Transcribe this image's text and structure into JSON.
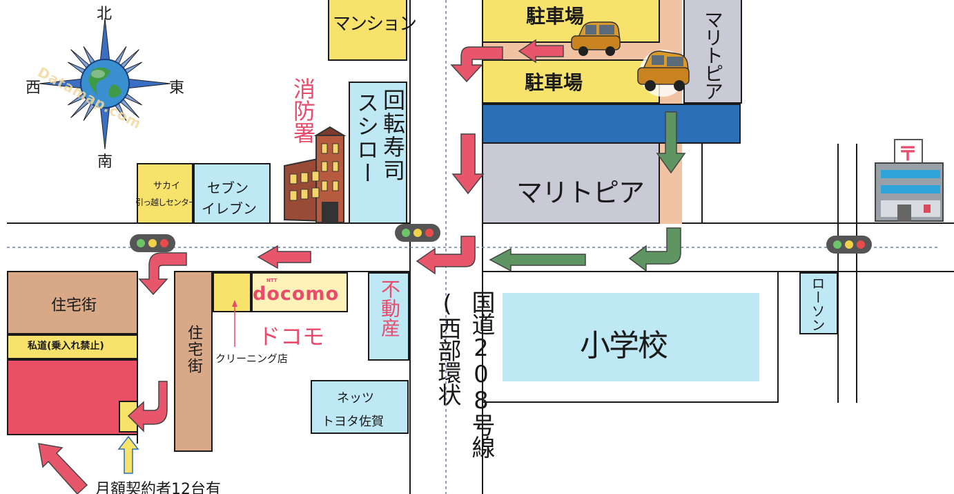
{
  "compass": {
    "north": "北",
    "south": "南",
    "east": "東",
    "west": "西",
    "watermark": "Datamap.com"
  },
  "labels": {
    "mansion": "マンション",
    "parking_top": "駐車場",
    "parking_second": "駐車場",
    "maritopia_vertical": "マリトピア",
    "maritopia_main": "マリトピア",
    "fire_station": "消防署",
    "sushiro": "スシロー",
    "kaiten_sushi": "回転寿司",
    "sakai_line1": "サカイ",
    "sakai_line2": "引っ越しセンター",
    "seven_line1": "セブン",
    "seven_line2": "イレブン",
    "docomo_logo": "docomo",
    "docomo_ntt": "NTT",
    "docomo_kana": "ドコモ",
    "cleaning": "クリーニング店",
    "fudousan": "不動産",
    "route_208": "国道208号線(西部環状",
    "residential_left": "住宅街",
    "residential_mid": "住宅街",
    "private_road": "私道(乗入れ禁止)",
    "school": "小学校",
    "lawson": "ローソン",
    "netz_line1": "ネッツ",
    "netz_line2": "トヨタ佐賀",
    "monthly": "月額契約者12台有",
    "post_mark": "〒"
  },
  "colors": {
    "yellow": "#f7e26b",
    "lightblue": "#bfe8f5",
    "tan": "#d9a987",
    "gray": "#c9cad6",
    "red": "#ea4f66",
    "pink_arrow": "#e8566b",
    "green_arrow": "#5e9563",
    "blue_band": "#2b6fb8",
    "peach_lane": "#f1c3a3",
    "fire_red": "#e84b6b"
  },
  "icons": [
    "compass-globe-icon",
    "fire-station-building-icon",
    "traffic-light-icon",
    "car-icon",
    "post-office-icon",
    "route-arrow-icon"
  ]
}
